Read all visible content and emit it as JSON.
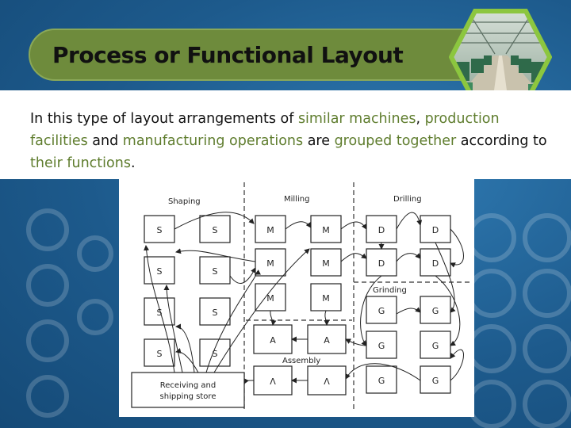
{
  "slide": {
    "title": "Process or Functional Layout",
    "description": [
      {
        "text": "In this type of layout arrangements of ",
        "hl": false
      },
      {
        "text": "similar machines",
        "hl": true
      },
      {
        "text": ", ",
        "hl": false
      },
      {
        "text": "production facilities",
        "hl": true
      },
      {
        "text": " and ",
        "hl": false
      },
      {
        "text": "manufacturing operations",
        "hl": true
      },
      {
        "text": " are ",
        "hl": false
      },
      {
        "text": "grouped together",
        "hl": true
      },
      {
        "text": " according to ",
        "hl": false
      },
      {
        "text": "their functions",
        "hl": true
      },
      {
        "text": ".",
        "hl": false
      }
    ]
  },
  "colors": {
    "background": "#1f5c8c",
    "title_bar": "#6e8b3c",
    "highlight_text": "#5f7d2e",
    "hexagon_border": "#8cc63f"
  },
  "diagram": {
    "sections": {
      "shaping": "Shaping",
      "milling": "Milling",
      "drilling": "Drilling",
      "grinding": "Grinding",
      "assembly": "Assembly"
    },
    "store_label": [
      "Receiving and",
      "shipping store"
    ],
    "shaping_machines": [
      "S",
      "S",
      "S",
      "S",
      "S",
      "S",
      "S",
      "S"
    ],
    "milling_machines": [
      "M",
      "M",
      "M",
      "M",
      "M",
      "M"
    ],
    "drilling_machines": [
      "D",
      "D",
      "D",
      "D"
    ],
    "grinding_machines": [
      "G",
      "G",
      "G",
      "G",
      "G",
      "G"
    ],
    "assembly_units": [
      "A",
      "A",
      "Λ",
      "Λ"
    ]
  },
  "photo": {
    "icon": "factory-floor-photo"
  }
}
